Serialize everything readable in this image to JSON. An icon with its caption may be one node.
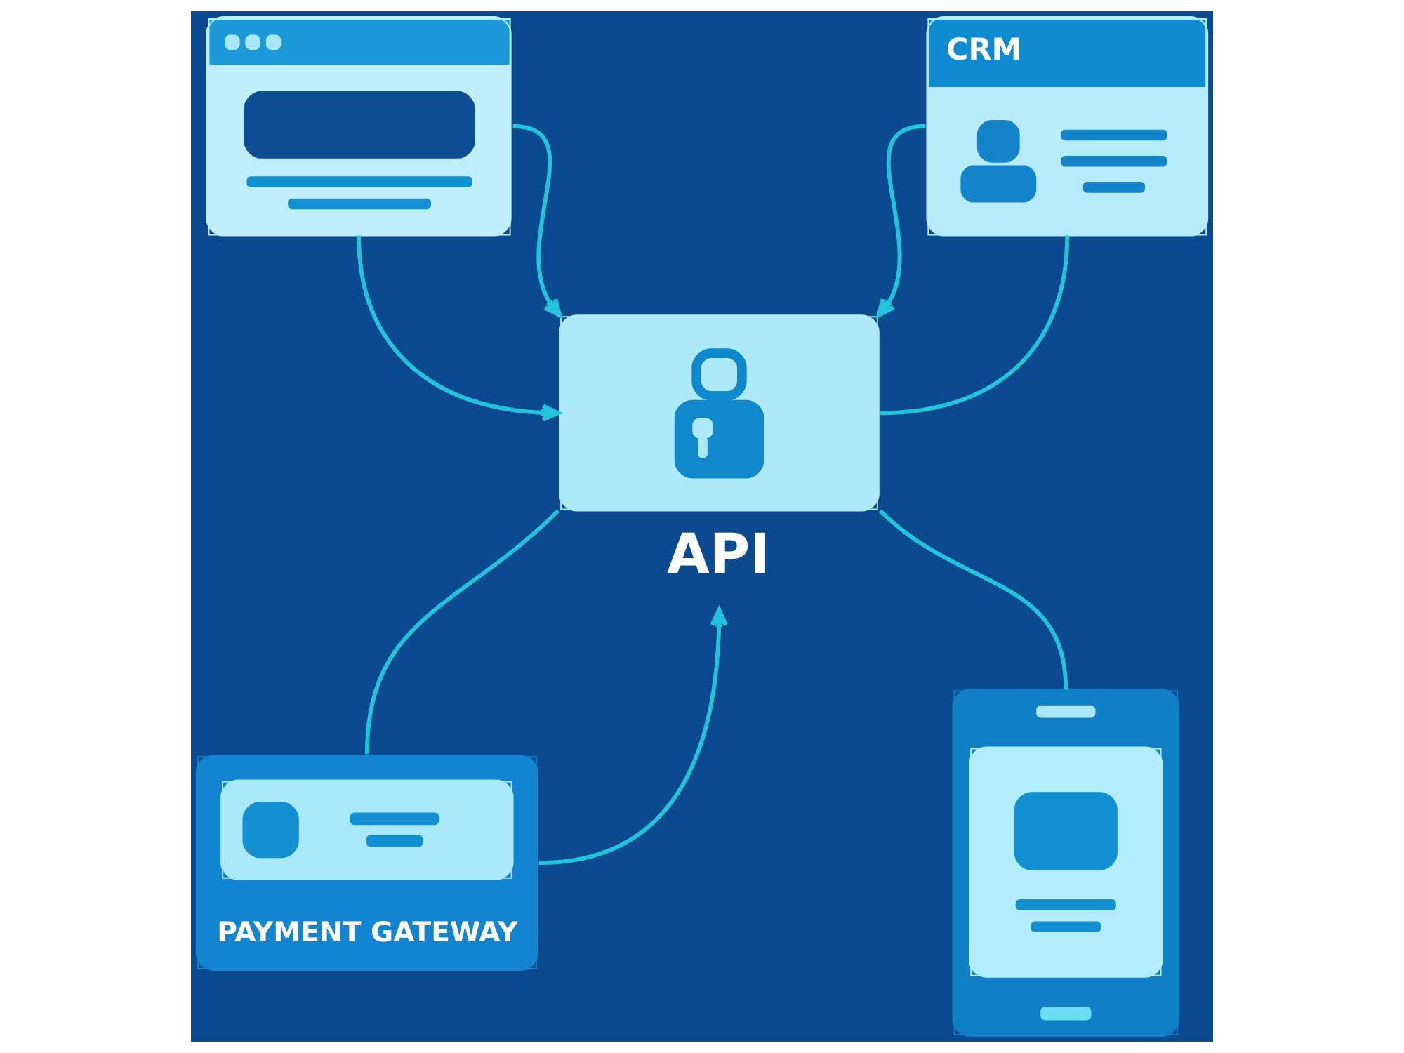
{
  "diagram": {
    "nodes": [
      {
        "text": [],
        "shape": "picture"
      },
      {
        "text": [
          "CRM"
        ]
      },
      {
        "text": [
          "API"
        ]
      },
      {
        "text": [
          "PAYMENT GATEWAY"
        ]
      },
      {
        "text": [],
        "shape": "picture"
      }
    ],
    "edges": [
      {
        "from": 0,
        "to": 2,
        "arrow": "to"
      },
      {
        "from": 0,
        "to": 2,
        "arrow": "to"
      },
      {
        "from": 1,
        "to": 2,
        "arrow": "to"
      },
      {
        "from": 1,
        "to": 2,
        "arrow": "none"
      },
      {
        "from": 2,
        "to": 3,
        "arrow": "none"
      },
      {
        "from": 3,
        "to": 2,
        "arrow": "to"
      },
      {
        "from": 2,
        "to": 4,
        "arrow": "none"
      }
    ]
  }
}
